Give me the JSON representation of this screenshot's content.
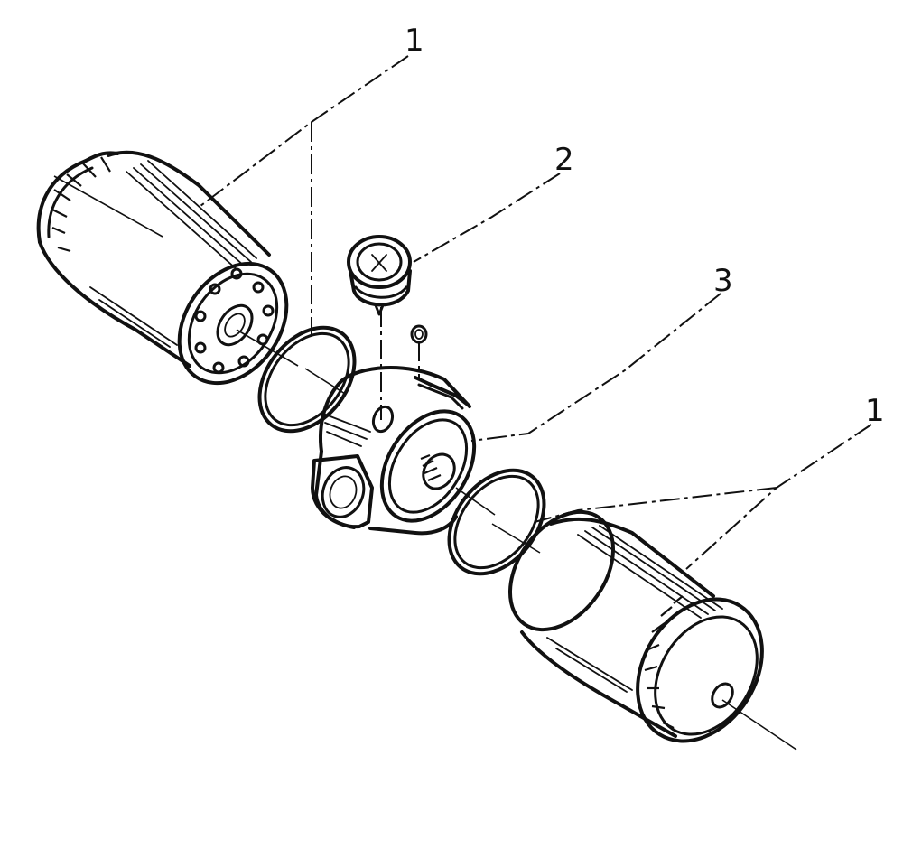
{
  "callouts": [
    {
      "id": "filter-cartridge-top",
      "label": "1"
    },
    {
      "id": "pressure-indicator",
      "label": "2"
    },
    {
      "id": "filter-head",
      "label": "3"
    },
    {
      "id": "filter-cartridge-bottom",
      "label": "1"
    }
  ],
  "colors": {
    "ink": "#111111",
    "paper": "#ffffff"
  }
}
